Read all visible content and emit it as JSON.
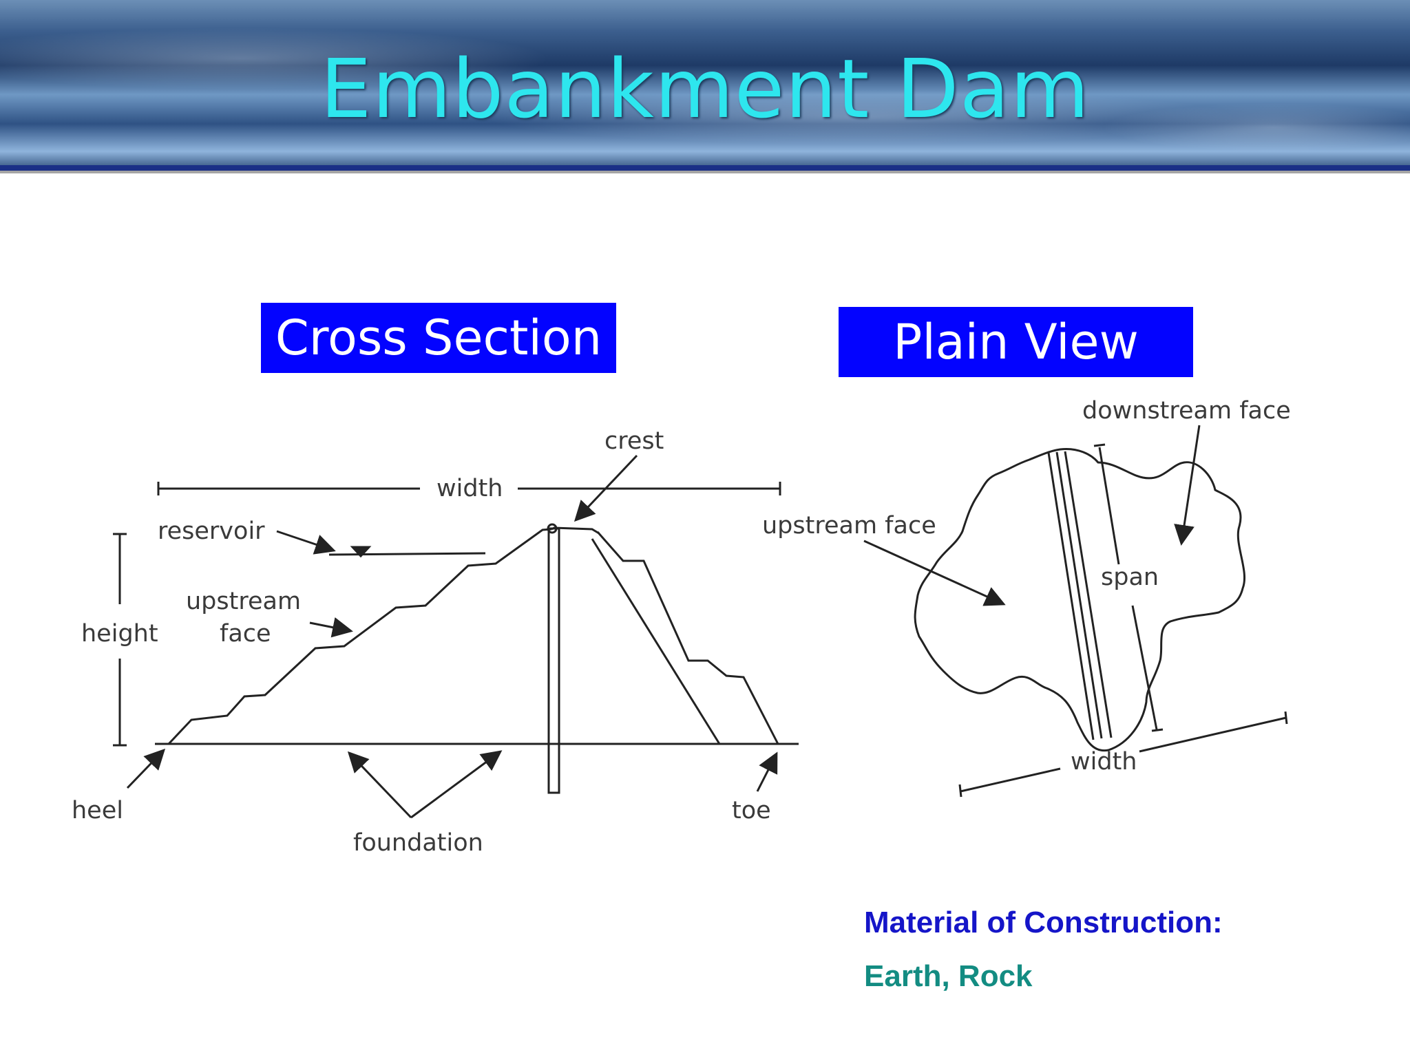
{
  "slide": {
    "title": "Embankment Dam",
    "colors": {
      "title": "#2ee6ee",
      "label_box": "#0303ff",
      "heading": "#1515c8",
      "value": "#138c82"
    }
  },
  "cross_section": {
    "heading": "Cross Section",
    "labels": {
      "crest": "crest",
      "width": "width",
      "reservoir": "reservoir",
      "upstream_face_line1": "upstream",
      "upstream_face_line2": "face",
      "height": "height",
      "heel": "heel",
      "foundation": "foundation",
      "toe": "toe"
    }
  },
  "plain_view": {
    "heading": "Plain View",
    "labels": {
      "downstream_face": "downstream face",
      "upstream_face": "upstream face",
      "span": "span",
      "width": "width"
    }
  },
  "material": {
    "heading": "Material of Construction:",
    "value": "Earth, Rock"
  }
}
